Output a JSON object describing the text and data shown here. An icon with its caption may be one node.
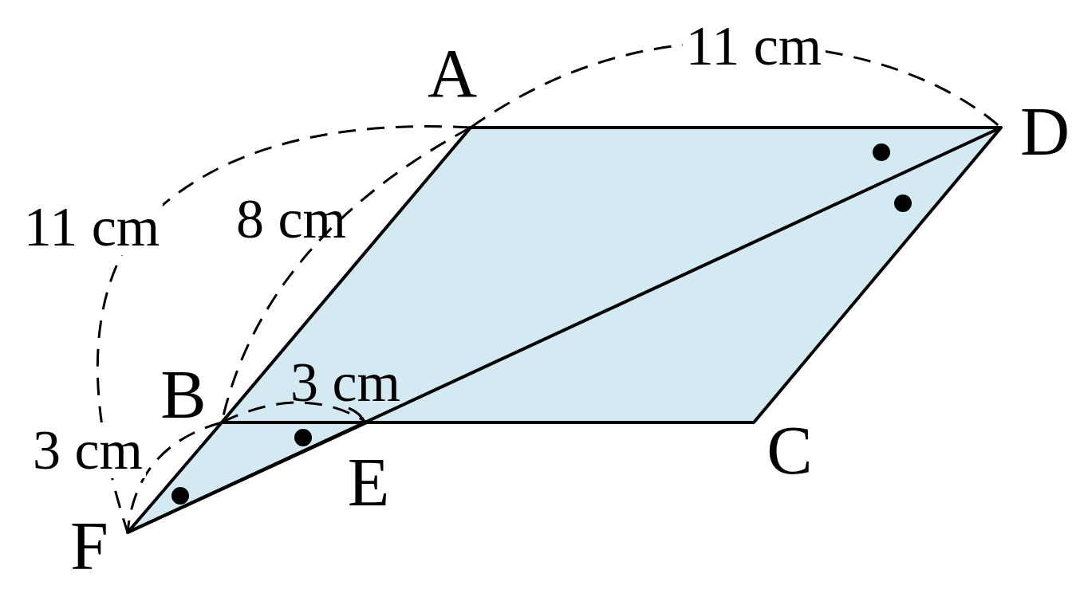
{
  "diagram": {
    "labels": [
      "11 cm",
      "A",
      "D",
      "11 cm",
      "8 cm",
      "B",
      "3 cm",
      "C",
      "3 cm",
      "E",
      "F"
    ]
  }
}
